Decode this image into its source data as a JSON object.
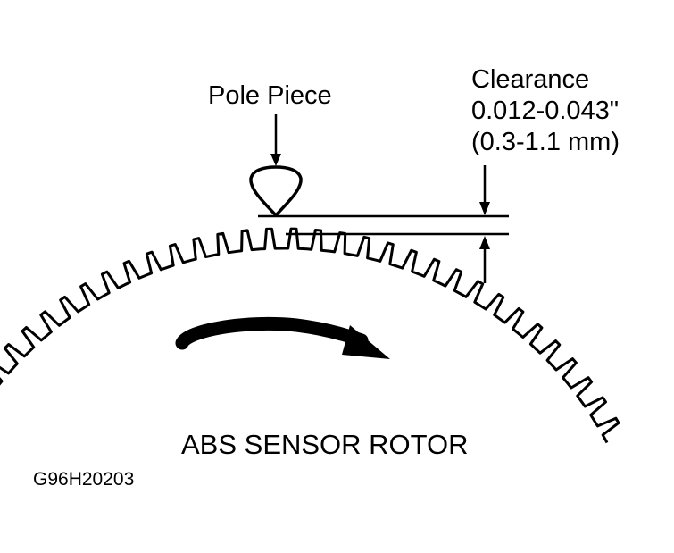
{
  "labels": {
    "pole_piece": "Pole Piece",
    "clearance_title": "Clearance",
    "clearance_inches": "0.012-0.043\"",
    "clearance_mm": "(0.3-1.1 mm)",
    "rotor_title": "ABS SENSOR ROTOR",
    "figure_id": "G96H20203"
  },
  "rotor": {
    "teeth_count": 34,
    "rotation": "clockwise"
  },
  "colors": {
    "ink": "#000000",
    "background": "#ffffff"
  }
}
